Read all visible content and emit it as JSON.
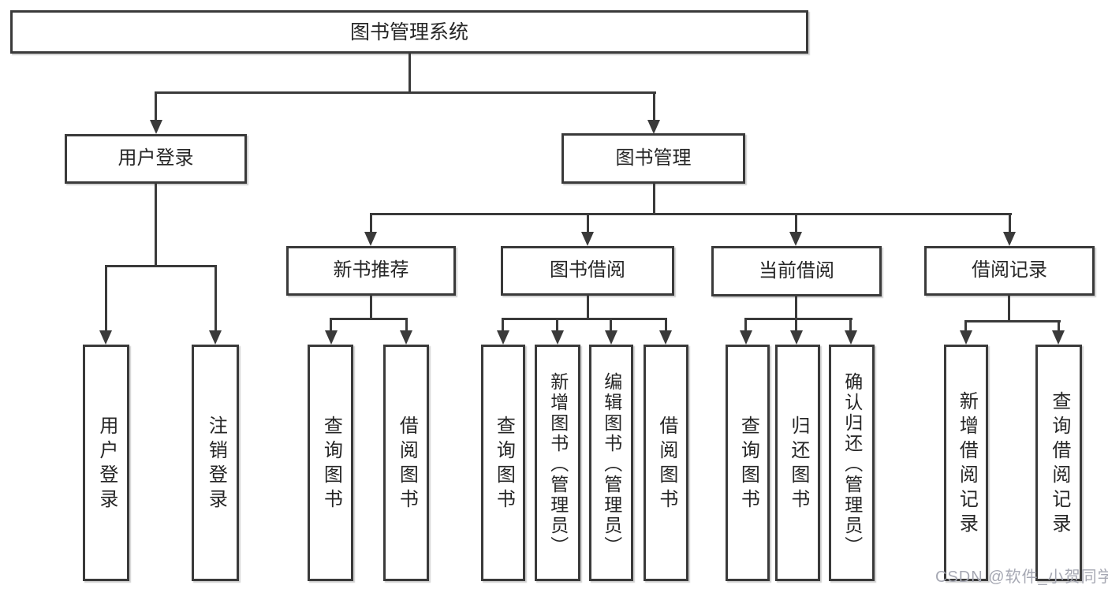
{
  "diagram": {
    "title": "图书管理系统",
    "tree": {
      "root": {
        "label": "图书管理系统"
      },
      "level2": [
        {
          "label": "用户登录",
          "leaves": [
            {
              "label": "用户登录"
            },
            {
              "label": "注销登录"
            }
          ]
        },
        {
          "label": "图书管理",
          "groups": [
            {
              "label": "新书推荐",
              "leaves": [
                {
                  "label": "查询图书"
                },
                {
                  "label": "借阅图书"
                }
              ]
            },
            {
              "label": "图书借阅",
              "leaves": [
                {
                  "label": "查询图书"
                },
                {
                  "label": "新增图书（管理员）"
                },
                {
                  "label": "编辑图书（管理员）"
                },
                {
                  "label": "借阅图书"
                }
              ]
            },
            {
              "label": "当前借阅",
              "leaves": [
                {
                  "label": "查询图书"
                },
                {
                  "label": "归还图书"
                },
                {
                  "label": "确认归还（管理员）"
                }
              ]
            },
            {
              "label": "借阅记录",
              "leaves": [
                {
                  "label": "新增借阅记录"
                },
                {
                  "label": "查询借阅记录"
                }
              ]
            }
          ]
        }
      ]
    }
  },
  "watermark": {
    "text": "CSDN @软件_小贺同学"
  },
  "colors": {
    "background": "#ffffff",
    "box_fill": "#ffffff",
    "box_border": "#3a3a3a",
    "line": "#3a3a3a",
    "text": "#262626",
    "watermark": "#a6a8b3"
  }
}
